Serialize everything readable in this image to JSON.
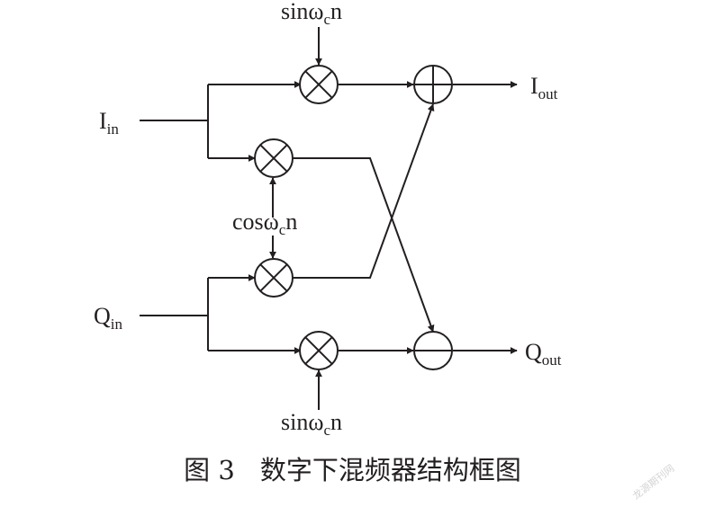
{
  "diagram": {
    "inputs": {
      "i_in": {
        "base": "I",
        "sub": "in"
      },
      "q_in": {
        "base": "Q",
        "sub": "in"
      }
    },
    "outputs": {
      "i_out": {
        "base": "I",
        "sub": "out"
      },
      "q_out": {
        "base": "Q",
        "sub": "out"
      }
    },
    "carriers": {
      "sin_top": {
        "pre": "sinω",
        "sub": "c",
        "post": "n"
      },
      "cos_middle": {
        "pre": "cosω",
        "sub": "c",
        "post": "n"
      },
      "sin_bottom": {
        "pre": "sinω",
        "sub": "c",
        "post": "n"
      }
    },
    "nodes": [
      {
        "id": "mult-1",
        "op": "multiply"
      },
      {
        "id": "mult-2",
        "op": "multiply"
      },
      {
        "id": "mult-3",
        "op": "multiply"
      },
      {
        "id": "mult-4",
        "op": "multiply"
      },
      {
        "id": "adder",
        "op": "add"
      },
      {
        "id": "subtractor",
        "op": "subtract"
      }
    ],
    "connections": [
      [
        "I_in",
        "mult-1"
      ],
      [
        "I_in",
        "mult-2"
      ],
      [
        "Q_in",
        "mult-3"
      ],
      [
        "Q_in",
        "mult-4"
      ],
      [
        "sinω_c n (top)",
        "mult-1"
      ],
      [
        "cosω_c n",
        "mult-2"
      ],
      [
        "cosω_c n",
        "mult-3"
      ],
      [
        "sinω_c n (bottom)",
        "mult-4"
      ],
      [
        "mult-1",
        "adder"
      ],
      [
        "mult-3",
        "adder"
      ],
      [
        "mult-2",
        "subtractor"
      ],
      [
        "mult-4",
        "subtractor"
      ],
      [
        "adder",
        "I_out"
      ],
      [
        "subtractor",
        "Q_out"
      ]
    ]
  },
  "caption": {
    "label": "图 3",
    "title": "数字下混频器结构框图"
  },
  "watermark": "龙源期刊网"
}
